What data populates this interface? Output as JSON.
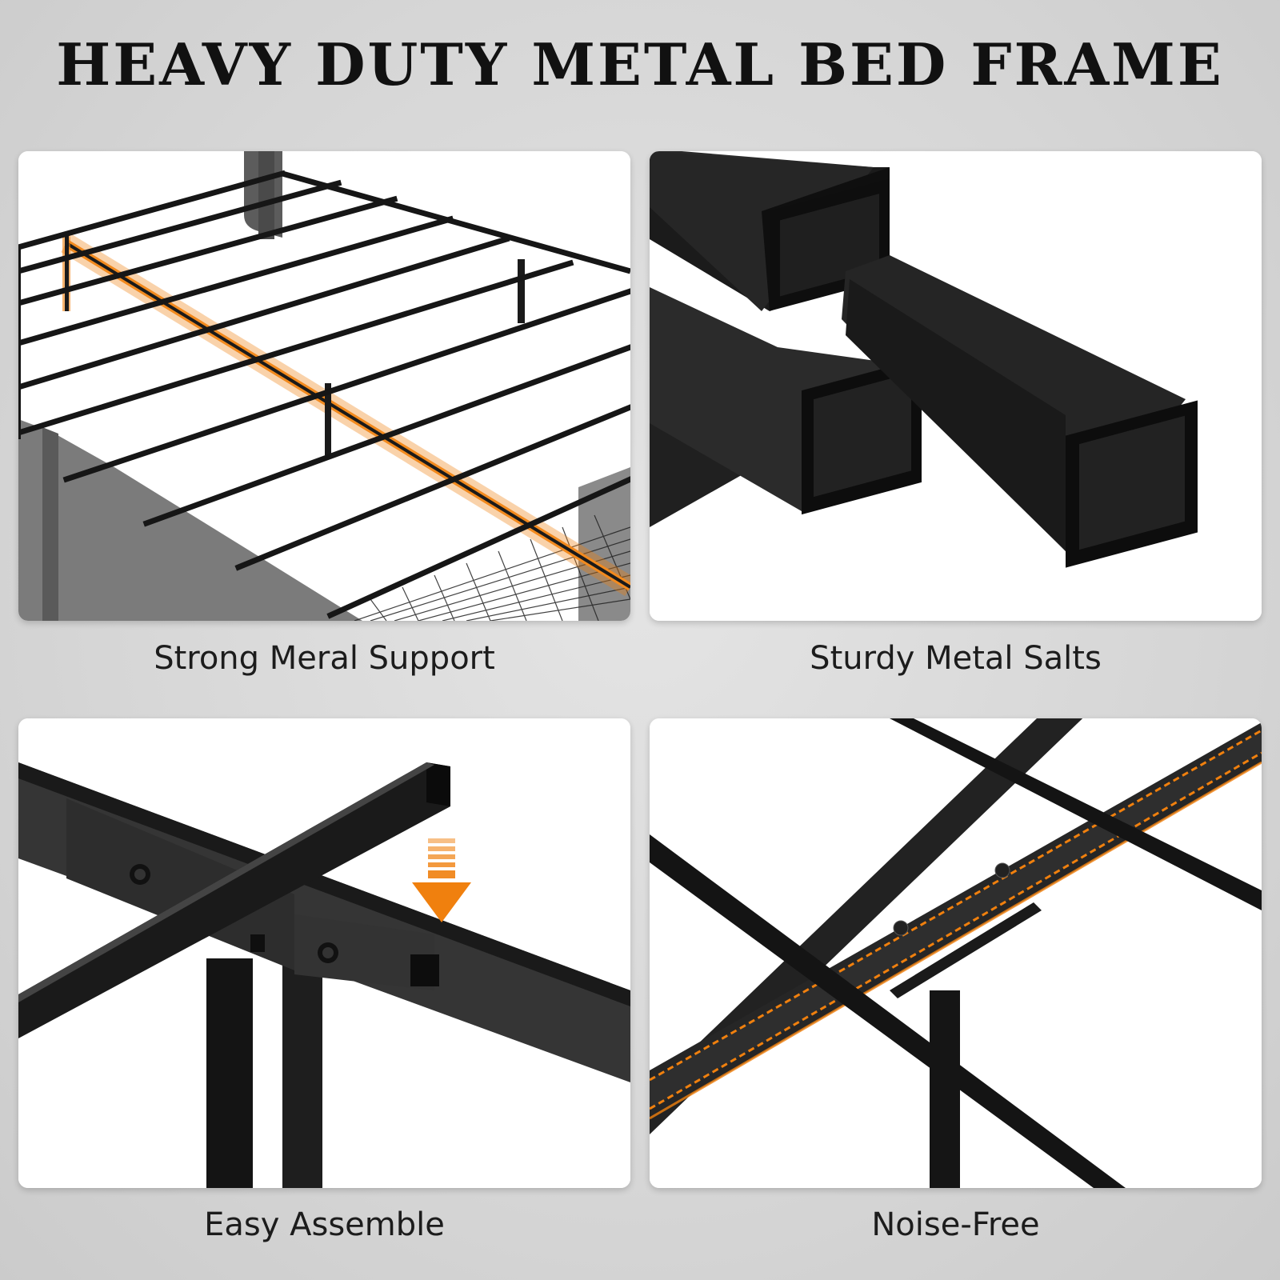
{
  "title": "HEAVY DUTY METAL BED FRAME",
  "panels": [
    {
      "caption": "Strong Meral Support",
      "icon": "bed-frame-slats-image"
    },
    {
      "caption": "Sturdy Metal Salts",
      "icon": "square-tube-cross-section-image"
    },
    {
      "caption": "Easy Assemble",
      "icon": "frame-joint-assembly-image"
    },
    {
      "caption": "Noise-Free",
      "icon": "noise-free-pad-strip-image"
    }
  ],
  "colors": {
    "accent": "#f0800e",
    "metal": "#151515",
    "upholstery": "#6e6e6e",
    "background": "#d8d8d8"
  }
}
